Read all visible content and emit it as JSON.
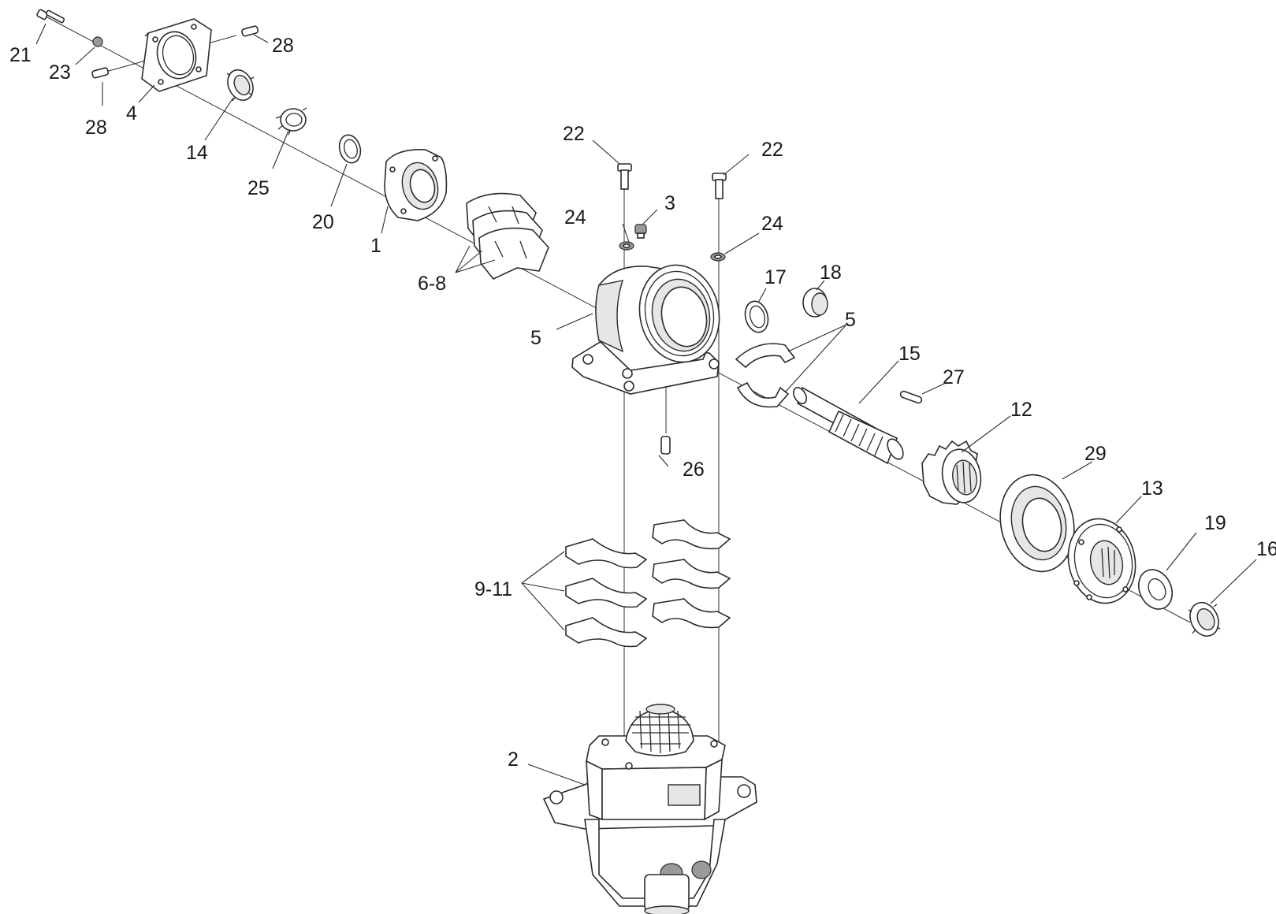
{
  "labels": {
    "l1": "1",
    "l2": "2",
    "l3": "3",
    "l4": "4",
    "l5a": "5",
    "l5b": "5",
    "l6_8": "6-8",
    "l9_11": "9-11",
    "l12": "12",
    "l13": "13",
    "l14": "14",
    "l15": "15",
    "l16": "16",
    "l17": "17",
    "l18": "18",
    "l19": "19",
    "l20": "20",
    "l21": "21",
    "l22a": "22",
    "l22b": "22",
    "l23": "23",
    "l24a": "24",
    "l24b": "24",
    "l25": "25",
    "l26": "26",
    "l27": "27",
    "l28a": "28",
    "l28b": "28",
    "l29": "29"
  },
  "colors": {
    "line": "#2b2b2b",
    "fill": "#ffffff",
    "shade": "#e6e6e6"
  }
}
